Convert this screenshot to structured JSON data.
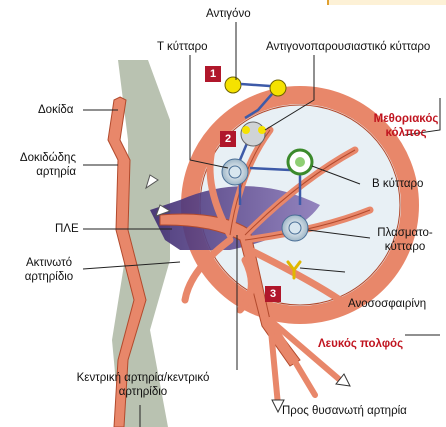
{
  "labels": {
    "antigen": "Αντιγόνο",
    "t_cell": "Τ κύτταρο",
    "apc": "Αντιγονοπαρουσιαστικό κύτταρο",
    "trabecula": "Δοκίδα",
    "trabecular_artery_line1": "Δοκιδώδης",
    "trabecular_artery_line2": "αρτηρία",
    "marginal_sinus_line1": "Μεθοριακός",
    "marginal_sinus_line2": "κόλπος",
    "b_cell": "Β κύτταρο",
    "pals": "ΠΛΕ",
    "radial_arteriole_line1": "Ακτινωτό",
    "radial_arteriole_line2": "αρτηρίδιο",
    "plasma_cell_line1": "Πλασματο-",
    "plasma_cell_line2": "κύτταρο",
    "immunoglobulin": "Ανοσοσφαιρίνη",
    "white_pulp": "Λευκός πολφός",
    "central_artery_line1": "Κεντρική αρτηρία/κεντρικό",
    "central_artery_line2": "αρτηρίδιο",
    "to_red_pulp": "Προς θυσανωτή αρτηρία"
  },
  "steps": [
    "1",
    "2",
    "3"
  ],
  "colors": {
    "artery": "#e8876a",
    "artery_stroke": "#b24a2d",
    "purple": "#5b3f8c",
    "trabecula": "#b9c2b1",
    "antigen": "#f5e200",
    "badge": "#b0172b",
    "highlight": "#c0141f"
  }
}
